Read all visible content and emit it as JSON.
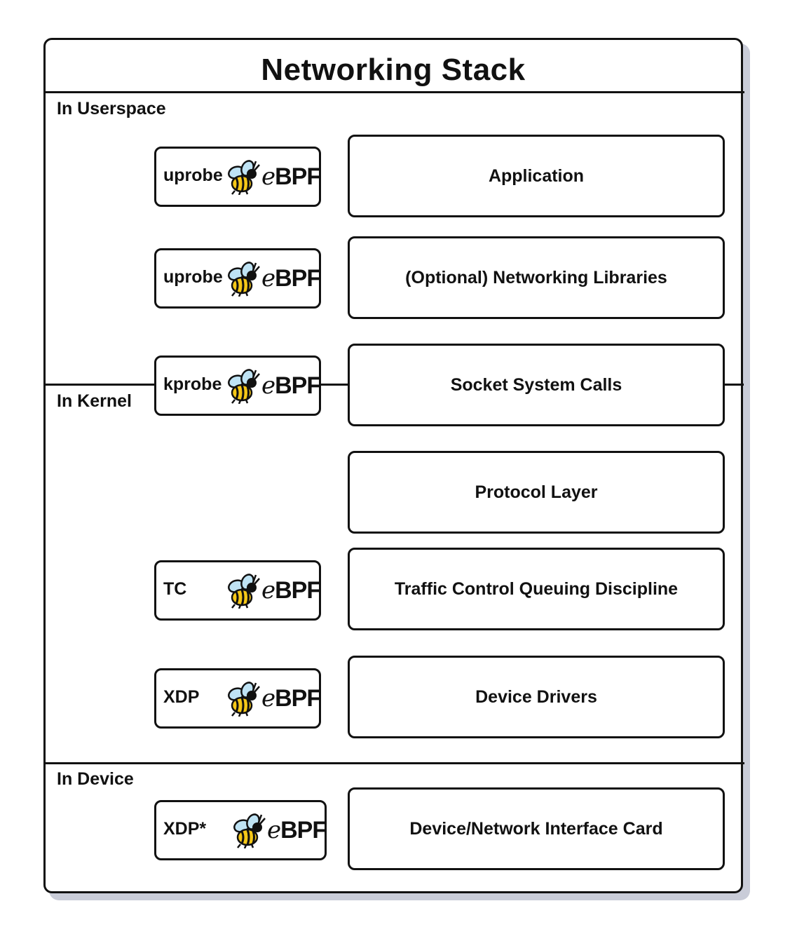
{
  "title": "Networking Stack",
  "sections": {
    "userspace": "In Userspace",
    "kernel": "In Kernel",
    "device": "In Device"
  },
  "layers": [
    "Application",
    "(Optional) Networking Libraries",
    "Socket System Calls",
    "Protocol Layer",
    "Traffic Control Queuing Discipline",
    "Device Drivers",
    "Device/Network Interface Card"
  ],
  "hooks": [
    {
      "label": "uprobe",
      "logo": "eBPF"
    },
    {
      "label": "uprobe",
      "logo": "eBPF"
    },
    {
      "label": "kprobe",
      "logo": "eBPF"
    },
    {
      "label": "TC",
      "logo": "eBPF"
    },
    {
      "label": "XDP",
      "logo": "eBPF"
    },
    {
      "label": "XDP*",
      "logo": "eBPF"
    }
  ],
  "colors": {
    "border": "#111111",
    "shadow": "#c9ccd8",
    "bee_yellow": "#f6c817",
    "bee_wing": "#bfe3f4"
  },
  "icons": [
    "ebpf-bee-icon"
  ]
}
